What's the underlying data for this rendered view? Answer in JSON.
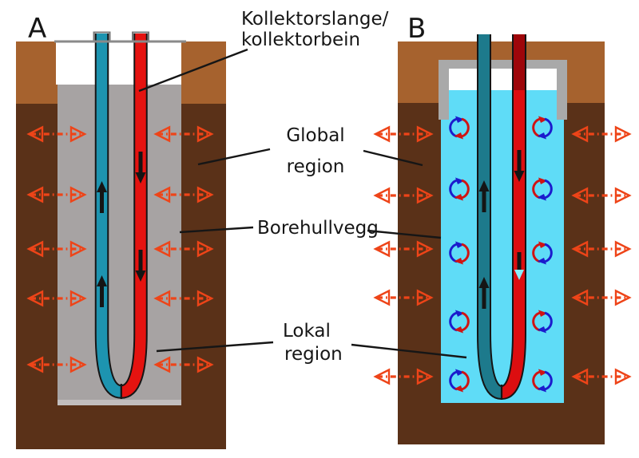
{
  "figure": {
    "panel_a_label": "A",
    "panel_b_label": "B",
    "labels": {
      "collector_line1": "Kollektorslange/",
      "collector_line2": "kollektorbein",
      "global_region_line1": "Global",
      "global_region_line2": "region",
      "borehole_wall": "Borehullvegg",
      "local_region_line1": "Lokal",
      "local_region_line2": "region"
    }
  },
  "icons": {
    "heat_flow": "double-headed-dash-dot-arrow",
    "convection_cell": "circulating-arc-pair",
    "flow_up": "black-up-arrow",
    "flow_down": "black-down-arrow",
    "flow_down_water": "black-down-arrow-cyan-tip"
  },
  "colors": {
    "background": "#ffffff",
    "ink": "#161616",
    "flow_arrow": "#151515",
    "ground_light": "#a6622e",
    "ground_dark": "#5a3118",
    "borehole_gray": "#a7a3a3",
    "borehole_gray_light": "#c2bebe",
    "casing_gray": "#a9a9a9",
    "surface_gray": "#8a8a8a",
    "stub_gray": "#787878",
    "water_cyan": "#5fdcf7",
    "water_arrowhead": "#8aeefb",
    "pipe_teal_a": "#1d94b0",
    "pipe_teal_b": "#1d7a8c",
    "pipe_red": "#e51310",
    "pipe_red_b": "#dc0e10",
    "pipe_red_dark": "#9e060a",
    "arrow_orange": "#ee4418",
    "conv_blue": "#1b1bcd",
    "conv_red": "#d01312"
  }
}
